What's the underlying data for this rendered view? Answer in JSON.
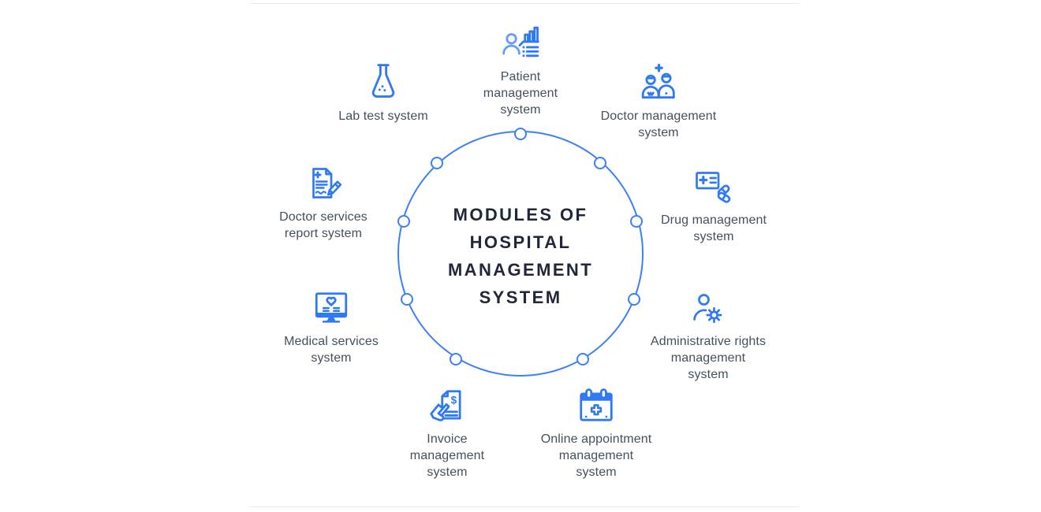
{
  "page": {
    "background": "#ffffff",
    "rule_color": "#e9e9ef"
  },
  "colors": {
    "primary_blue": "#2e7af5",
    "light_blue": "#62a0f8",
    "circle_stroke": "#3c80f7",
    "title_color": "#1f2738",
    "label_color": "#44505e"
  },
  "center": {
    "title_lines": [
      "MODULES OF",
      "HOSPITAL",
      "MANAGEMENT",
      "SYSTEM"
    ],
    "node_count": 9
  },
  "modules": [
    {
      "id": "patient-management",
      "icon": "patient-stats-icon",
      "lines": [
        "Patient",
        "management",
        "system"
      ]
    },
    {
      "id": "doctor-management",
      "icon": "doctors-icon",
      "lines": [
        "Doctor management",
        "system"
      ]
    },
    {
      "id": "drug-management",
      "icon": "prescription-pills-icon",
      "lines": [
        "Drug management",
        "system"
      ]
    },
    {
      "id": "administrative-rights",
      "icon": "user-gear-icon",
      "lines": [
        "Administrative rights",
        "management",
        "system"
      ]
    },
    {
      "id": "online-appointment",
      "icon": "calendar-cross-icon",
      "lines": [
        "Online appointment",
        "management",
        "system"
      ]
    },
    {
      "id": "invoice-management",
      "icon": "invoice-hand-icon",
      "lines": [
        "Invoice",
        "management",
        "system"
      ]
    },
    {
      "id": "medical-services",
      "icon": "monitor-heart-icon",
      "lines": [
        "Medical services",
        "system"
      ]
    },
    {
      "id": "doctor-services-report",
      "icon": "report-pencil-icon",
      "lines": [
        "Doctor services",
        "report system"
      ]
    },
    {
      "id": "lab-test",
      "icon": "lab-flask-icon",
      "lines": [
        "Lab test system"
      ]
    }
  ]
}
